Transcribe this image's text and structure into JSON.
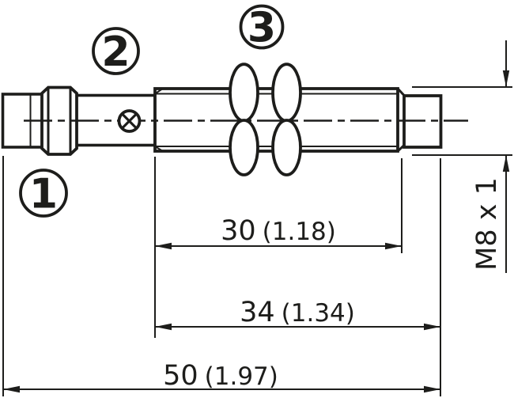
{
  "colors": {
    "ink": "#1d1d1b",
    "background": "#ffffff"
  },
  "callouts": {
    "one": "1",
    "two": "2",
    "three": "3"
  },
  "dimensions": {
    "thread_length_mm": "30",
    "thread_length_in": "(1.18)",
    "barrel_length_mm": "34",
    "barrel_length_in": "(1.34)",
    "total_length_mm": "50",
    "total_length_in": "(1.97)",
    "thread_spec": "M8 x 1"
  }
}
